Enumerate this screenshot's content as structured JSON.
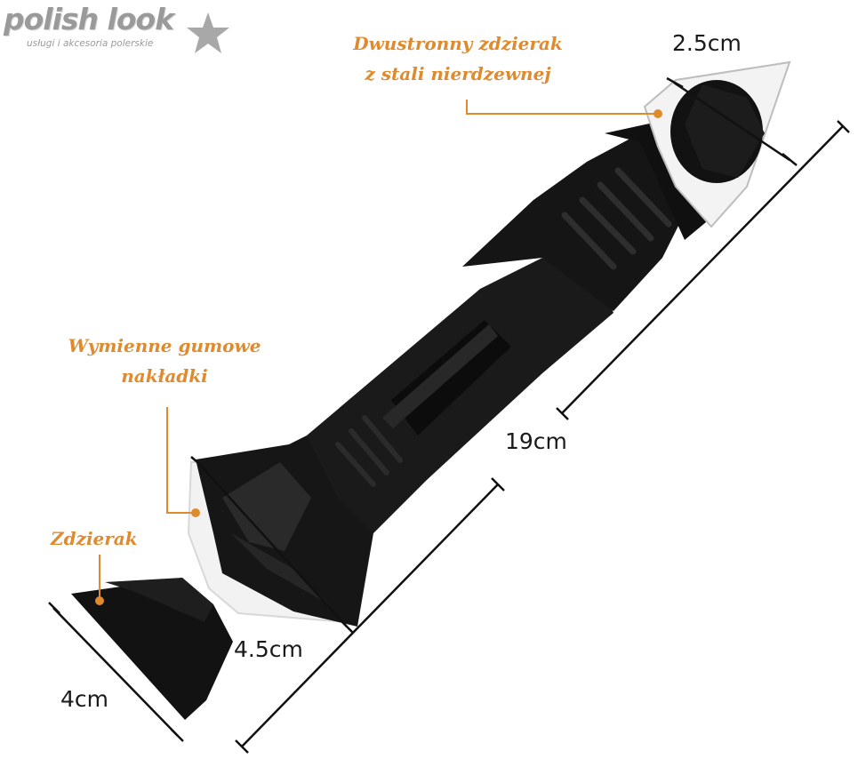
{
  "logo": {
    "title": "polish look",
    "subtitle": "usługi i akcesoria polerskie",
    "icon": "star-icon"
  },
  "callouts": {
    "scraper_top": [
      "Dwustronny zdzierak",
      "z stali nierdzewnej"
    ],
    "rubber_tips": [
      "Wymienne gumowe",
      "nakładki"
    ],
    "scraper_bottom": "Zdzierak"
  },
  "dimensions": {
    "top_width": "2.5cm",
    "length": "19cm",
    "tip_width": "4.5cm",
    "blade_width": "4cm"
  },
  "colors": {
    "accent": "#e08a2e",
    "tool_body": "#151515",
    "rubber_tip": "#f2f2f2"
  }
}
